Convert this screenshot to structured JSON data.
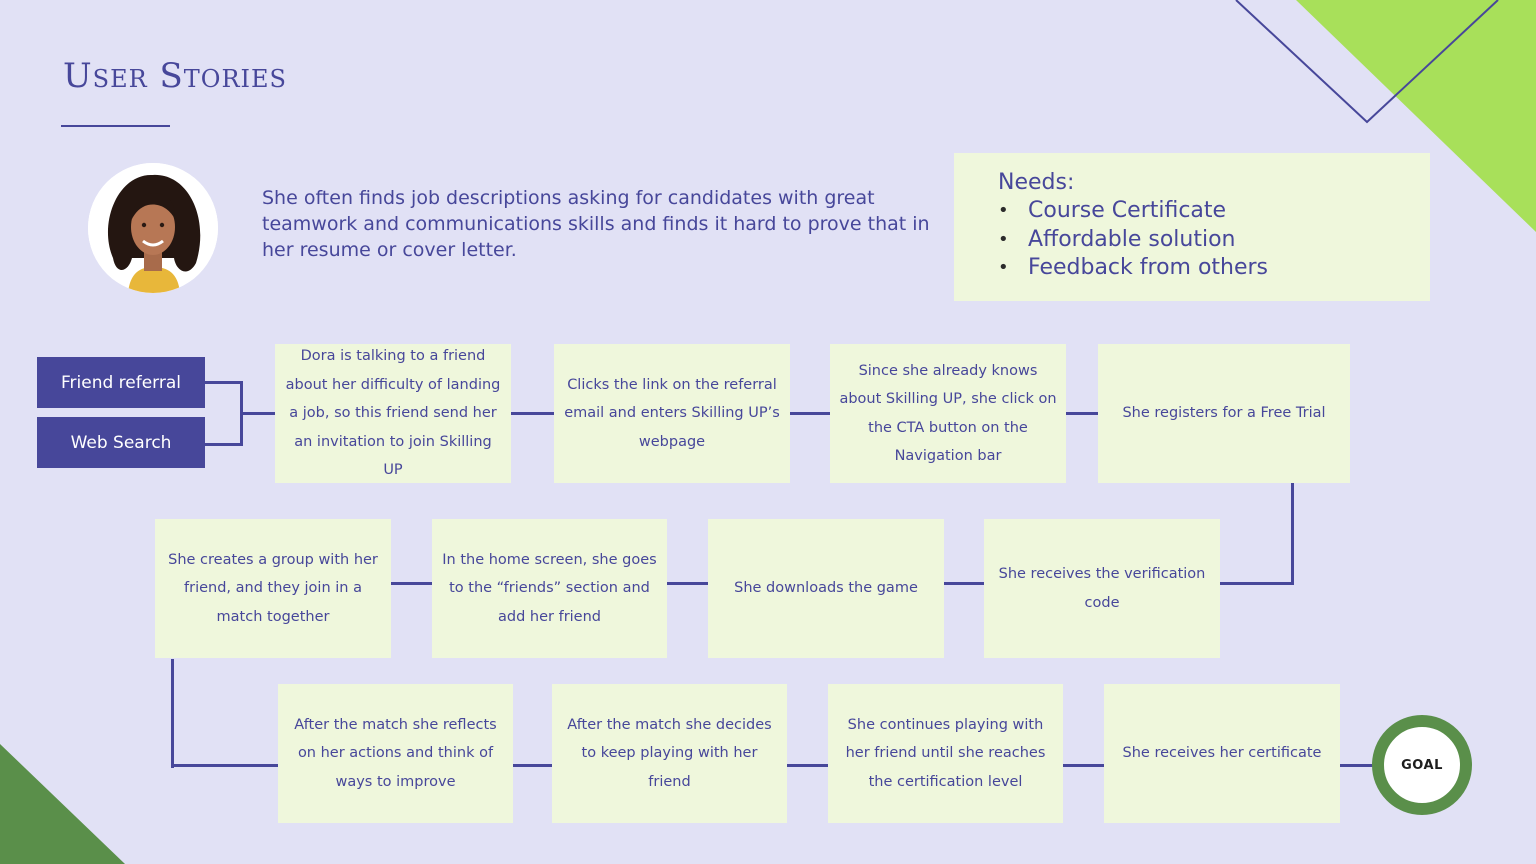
{
  "title": "User Stories",
  "story": "She often finds job descriptions asking for candidates with great teamwork and communications skills and finds it hard to prove that in her resume or cover letter.",
  "needs": {
    "title": "Needs:",
    "items": [
      "Course Certificate",
      "Affordable solution",
      "Feedback from others"
    ]
  },
  "sources": [
    "Friend referral",
    "Web Search"
  ],
  "steps": [
    "Dora is talking to a friend about her difficulty of landing a job, so this friend send her an invitation to join Skilling UP",
    "Clicks the link on the referral email and enters Skilling UP’s webpage",
    "Since she already knows about Skilling UP, she click on the CTA button on the Navigation bar",
    "She registers for a Free Trial",
    "She receives the verification code",
    "She downloads the game",
    "In the home screen, she goes to the “friends” section and add her friend",
    "She creates a group with her friend, and they join in a match together",
    "After the match she reflects on her actions and think of ways to improve",
    "After the match she decides to keep playing with her friend",
    "She continues playing with her friend until she reaches the certification level",
    "She receives her certificate"
  ],
  "goal": "GOAL",
  "colors": {
    "background": "#e1e1f5",
    "primary": "#47479a",
    "box": "#eff7dc",
    "accent_green": "#a8e05a",
    "dark_green": "#5a8f4a"
  }
}
